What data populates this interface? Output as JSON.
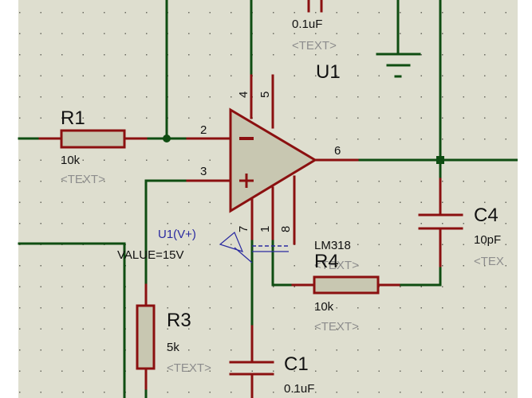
{
  "schematic": {
    "title": "LM318 op-amp circuit",
    "components": {
      "r1": {
        "ref": "R1",
        "value": "10k",
        "text": "<TEXT>"
      },
      "r3": {
        "ref": "R3",
        "value": "5k",
        "text": "<TEXT>"
      },
      "r4": {
        "ref": "R4",
        "value": "10k",
        "text": "<TEXT>"
      },
      "c1": {
        "ref": "C1",
        "value": "0.1uF"
      },
      "c_top": {
        "value": "0.1uF",
        "text": "<TEXT>"
      },
      "c4": {
        "ref": "C4",
        "value": "10pF",
        "text": "<TEX"
      },
      "u1": {
        "ref": "U1",
        "part": "LM318",
        "text": "<TEXT>"
      }
    },
    "pins": {
      "p2": "2",
      "p3": "3",
      "p4": "4",
      "p5": "5",
      "p6": "6",
      "p7": "7",
      "p1": "1",
      "p8": "8"
    },
    "power_probe": {
      "name": "U1(V+)",
      "value": "VALUE=15V"
    }
  },
  "colors": {
    "wire": "#0f4d12",
    "component": "#8b1010",
    "component_fill": "#c8c7b1",
    "canvas": "#dedecf",
    "probe": "#2a2aa0"
  }
}
